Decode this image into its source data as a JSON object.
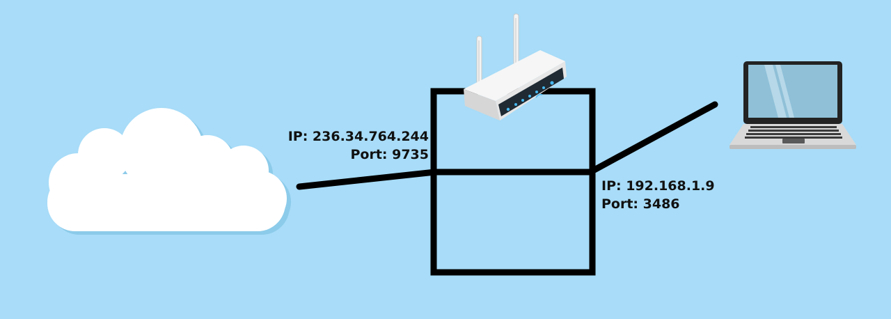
{
  "wan": {
    "ip_label": "IP: 236.34.764.244",
    "port_label": "Port: 9735"
  },
  "lan": {
    "ip_label": "IP: 192.168.1.9",
    "port_label": "Port: 3486"
  },
  "colors": {
    "background": "#a8dcf8",
    "line": "#000000",
    "cloud": "#ffffff",
    "cloud_shadow": "#7fc3e6",
    "router_body": "#f2f2f2",
    "router_face": "#1f2a33",
    "router_led": "#46b8f0",
    "laptop_bezel": "#232323",
    "laptop_screen": "#8fc0d8",
    "laptop_base": "#d9d9d9"
  },
  "icons": [
    "cloud-icon",
    "router-icon",
    "laptop-icon"
  ]
}
